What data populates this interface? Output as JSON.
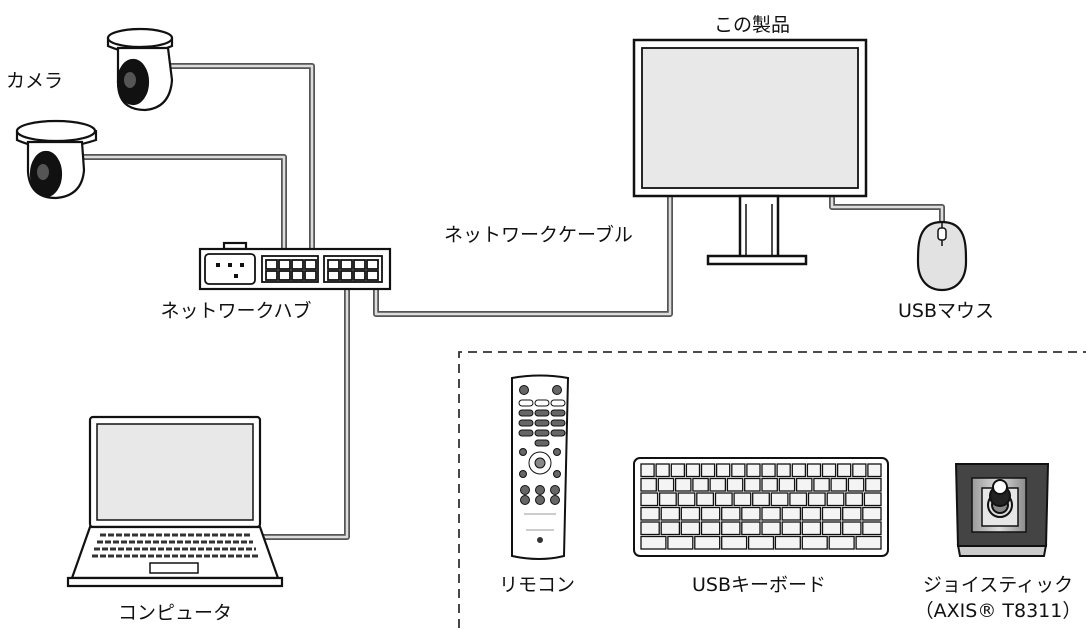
{
  "labels": {
    "camera": "カメラ",
    "product": "この製品",
    "network_cable": "ネットワークケーブル",
    "network_hub": "ネットワークハブ",
    "usb_mouse": "USBマウス",
    "computer": "コンピュータ",
    "remote": "リモコン",
    "usb_keyboard": "USBキーボード",
    "joystick": "ジョイスティック",
    "joystick_model": "（AXIS® T8311）"
  }
}
